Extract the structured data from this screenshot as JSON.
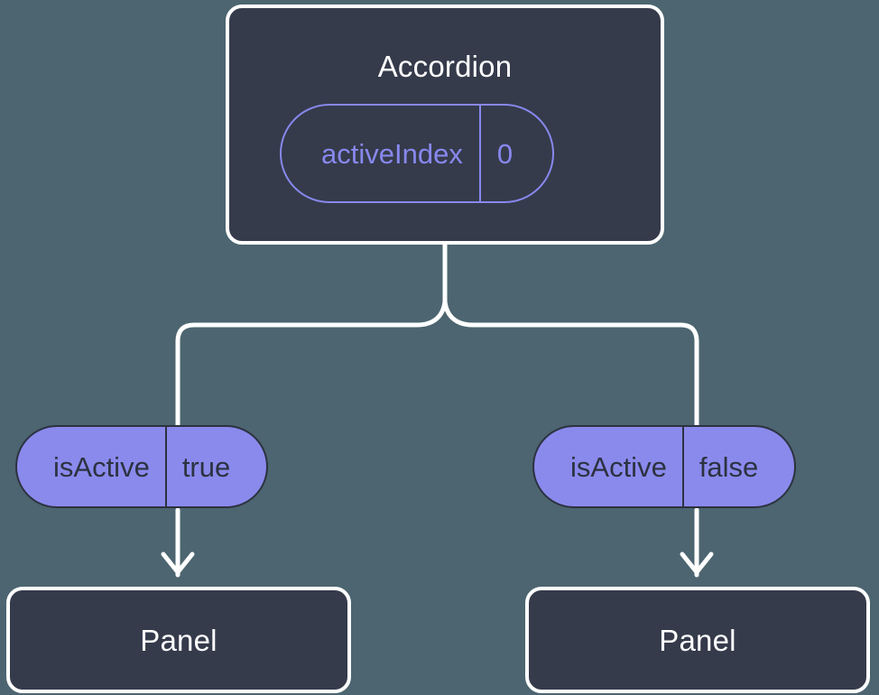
{
  "diagram": {
    "type": "component-state-tree",
    "background_color": "#4c6570",
    "accent_color": "#8a8aed",
    "node_fill_color": "#353b4b",
    "node_border_color": "#ffffff",
    "connector_color": "#ffffff"
  },
  "root": {
    "title": "Accordion",
    "state_pill": {
      "key": "activeIndex",
      "value": "0",
      "style": "outline"
    }
  },
  "branches": [
    {
      "side": "left",
      "prop_pill": {
        "key": "isActive",
        "value": "true",
        "style": "filled"
      },
      "child": {
        "title": "Panel"
      }
    },
    {
      "side": "right",
      "prop_pill": {
        "key": "isActive",
        "value": "false",
        "style": "filled"
      },
      "child": {
        "title": "Panel"
      }
    }
  ]
}
